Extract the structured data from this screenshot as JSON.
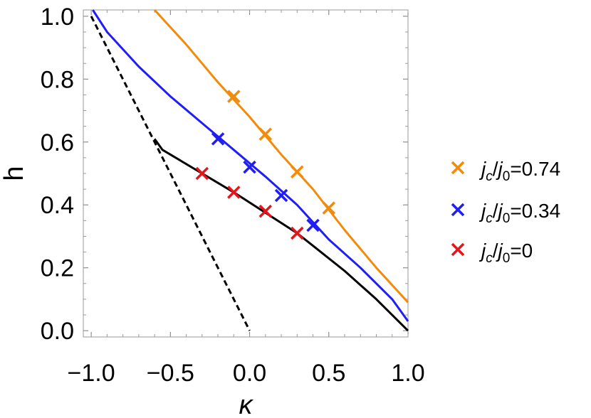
{
  "chart_data": {
    "type": "line",
    "title": "",
    "xlabel": "κ",
    "ylabel": "h",
    "xlim": [
      -1.05,
      1.0
    ],
    "ylim": [
      -0.02,
      1.02
    ],
    "x_ticks": [
      -1.0,
      -0.5,
      0.0,
      0.5,
      1.0
    ],
    "x_tick_labels": [
      "−1.0",
      "−0.5",
      "0.0",
      "0.5",
      "1.0"
    ],
    "y_ticks": [
      0.0,
      0.2,
      0.4,
      0.6,
      0.8,
      1.0
    ],
    "y_tick_labels": [
      "0.0",
      "0.2",
      "0.4",
      "0.6",
      "0.8",
      "1.0"
    ],
    "legend_position": "right",
    "series": [
      {
        "key": "orange",
        "color": "#F28A0A",
        "line": [
          [
            -0.6,
            1.02
          ],
          [
            -0.4,
            0.91
          ],
          [
            -0.2,
            0.79
          ],
          [
            0.0,
            0.68
          ],
          [
            0.2,
            0.56
          ],
          [
            0.4,
            0.45
          ],
          [
            0.6,
            0.32
          ],
          [
            0.8,
            0.2
          ],
          [
            1.0,
            0.09
          ]
        ],
        "markers": [
          [
            -0.1,
            0.745
          ],
          [
            0.1,
            0.625
          ],
          [
            0.3,
            0.505
          ],
          [
            0.5,
            0.39
          ]
        ]
      },
      {
        "key": "blue",
        "color": "#1F1FF5",
        "line": [
          [
            -0.99,
            1.02
          ],
          [
            -0.9,
            0.95
          ],
          [
            -0.7,
            0.84
          ],
          [
            -0.5,
            0.745
          ],
          [
            -0.3,
            0.66
          ],
          [
            -0.1,
            0.575
          ],
          [
            0.1,
            0.49
          ],
          [
            0.3,
            0.4
          ],
          [
            0.5,
            0.29
          ],
          [
            0.7,
            0.2
          ],
          [
            0.9,
            0.1
          ],
          [
            1.0,
            0.03
          ]
        ],
        "markers": [
          [
            -0.2,
            0.61
          ],
          [
            0.0,
            0.52
          ],
          [
            0.2,
            0.43
          ],
          [
            0.4,
            0.335
          ]
        ]
      },
      {
        "key": "black",
        "color": "#000000",
        "line": [
          [
            -0.6,
            0.61
          ],
          [
            -0.55,
            0.575
          ],
          [
            -0.5,
            0.56
          ],
          [
            -0.3,
            0.5
          ],
          [
            -0.1,
            0.44
          ],
          [
            0.1,
            0.375
          ],
          [
            0.3,
            0.31
          ],
          [
            0.4,
            0.27
          ],
          [
            0.6,
            0.19
          ],
          [
            0.8,
            0.1
          ],
          [
            0.9,
            0.05
          ],
          [
            1.0,
            0.0
          ]
        ],
        "markers": [
          [
            -0.3,
            0.5
          ],
          [
            -0.1,
            0.44
          ],
          [
            0.1,
            0.38
          ],
          [
            0.3,
            0.31
          ]
        ],
        "marker_color": "#E3161B"
      },
      {
        "key": "dashed",
        "color": "#000000",
        "dashed": true,
        "line": [
          [
            -1.0,
            1.0
          ],
          [
            0.0,
            0.0
          ]
        ]
      }
    ],
    "legend": [
      {
        "marker_color": "#F28A0A",
        "label": "jc/j0=0.74",
        "label_parts": {
          "j1": "j",
          "sub1": "c",
          "slash": "/",
          "j2": "j",
          "sub2": "0",
          "value": "=0.74"
        }
      },
      {
        "marker_color": "#1F1FF5",
        "label": "jc/j0=0.34",
        "label_parts": {
          "j1": "j",
          "sub1": "c",
          "slash": "/",
          "j2": "j",
          "sub2": "0",
          "value": "=0.34"
        }
      },
      {
        "marker_color": "#E3161B",
        "label": "jc/j0=0",
        "label_parts": {
          "j1": "j",
          "sub1": "c",
          "slash": "/",
          "j2": "j",
          "sub2": "0",
          "value": "=0"
        }
      }
    ]
  }
}
